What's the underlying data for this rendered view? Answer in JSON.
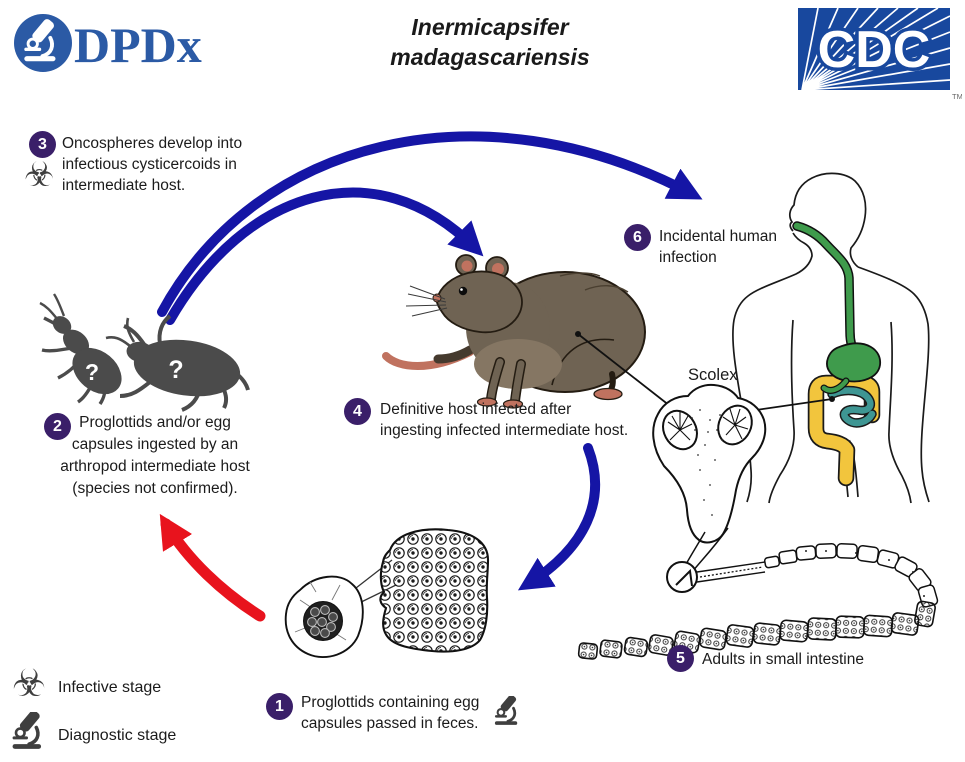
{
  "header": {
    "dpdx": {
      "logo_text": "DPDx"
    },
    "title": {
      "line1": "Inermicapsifer",
      "line2": "madagascariensis"
    },
    "cdc": {
      "logo_text": "CDC",
      "trademark": "TM"
    }
  },
  "steps": {
    "s1": {
      "num": "1",
      "text": "Proglottids containing egg\ncapsules passed in feces."
    },
    "s2": {
      "num": "2",
      "text": "Proglottids and/or egg\ncapsules ingested by an\narthropod intermediate host\n(species not confirmed)."
    },
    "s3": {
      "num": "3",
      "text": "Oncospheres develop into\ninfectious cysticercoids in\nintermediate host."
    },
    "s4": {
      "num": "4",
      "text": "Definitive host infected after\ningesting infected intermediate host."
    },
    "s5": {
      "num": "5",
      "text": "Adults in small intestine"
    },
    "s6": {
      "num": "6",
      "text": "Incidental human\ninfection"
    }
  },
  "labels": {
    "scolex": "Scolex",
    "unknown_species_mark": "?"
  },
  "legend": {
    "infective": {
      "icon": "biohazard-icon",
      "symbol": "☣",
      "label": "Infective stage"
    },
    "diagnostic": {
      "icon": "microscope-icon",
      "label": "Diagnostic stage"
    }
  },
  "colors": {
    "step_badge_purple": "#3a1f69",
    "arrow_blue": "#1515a5",
    "arrow_red": "#e8131d",
    "cdc_blue": "#18489e",
    "dpdx_blue": "#2b5aa5",
    "icon_gray": "#3f3f3f",
    "insect_gray": "#4b4b4b",
    "rat_body": "#6f6353",
    "rat_pink": "#c0725f",
    "gi_green": "#3f9b4c",
    "gi_yellow": "#f2c53d",
    "gi_teal": "#3e9693"
  }
}
